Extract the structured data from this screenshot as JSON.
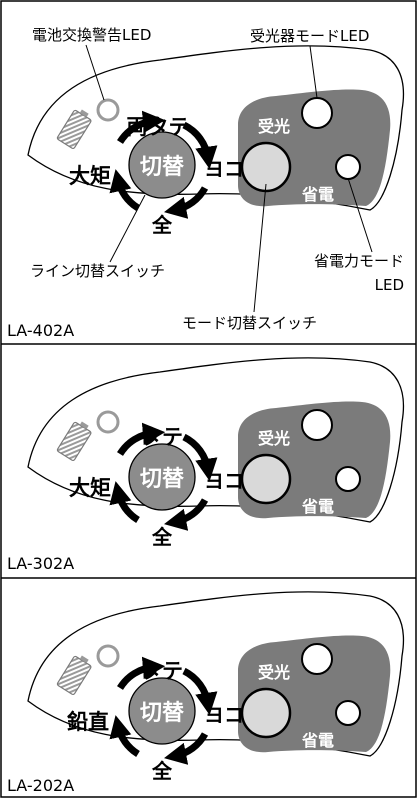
{
  "callouts": {
    "battery_led": "電池交換警告LED",
    "receiver_led": "受光器モードLED",
    "line_switch": "ライン切替スイッチ",
    "power_save_led_1": "省電力モード",
    "power_save_led_2": "LED",
    "mode_switch": "モード切替スイッチ"
  },
  "panels": [
    {
      "model": "LA-402A",
      "top_label": "両タテ",
      "left_label": "大矩",
      "right_label": "ヨコ",
      "bottom_label": "全",
      "knob_label": "切替",
      "receiver_label": "受光",
      "save_label": "省電"
    },
    {
      "model": "LA-302A",
      "top_label": "タテ",
      "left_label": "大矩",
      "right_label": "ヨコ",
      "bottom_label": "全",
      "knob_label": "切替",
      "receiver_label": "受光",
      "save_label": "省電"
    },
    {
      "model": "LA-202A",
      "top_label": "タテ",
      "left_label": "鉛直",
      "right_label": "ヨコ",
      "bottom_label": "全",
      "knob_label": "切替",
      "receiver_label": "受光",
      "save_label": "省電"
    }
  ],
  "colors": {
    "mode_pad": "#7b7b7b",
    "knob": "#8c8c8c",
    "mode_button": "#d9d9d9",
    "battery_led": "#ffffff",
    "battery_icon": "#9a9a9a"
  }
}
